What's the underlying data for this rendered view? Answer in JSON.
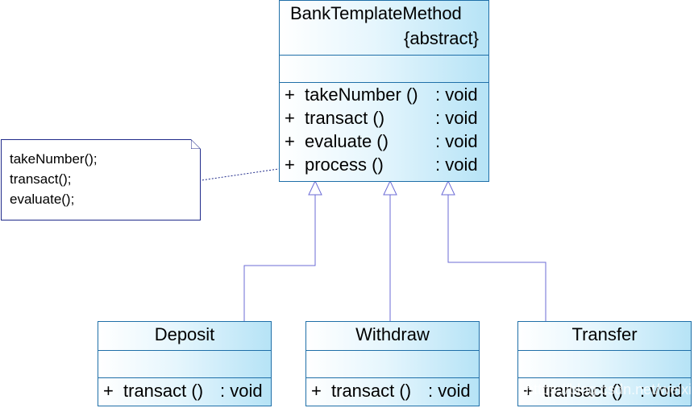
{
  "base_class": {
    "name": "BankTemplateMethod",
    "stereotype": "{abstract}",
    "methods": [
      {
        "vis": "+",
        "name": "takeNumber ()",
        "ret": ": void"
      },
      {
        "vis": "+",
        "name": "transact ()",
        "ret": ": void"
      },
      {
        "vis": "+",
        "name": "evaluate ()",
        "ret": ": void"
      },
      {
        "vis": "+",
        "name": "process ()",
        "ret": ": void"
      }
    ]
  },
  "note": {
    "lines": [
      "takeNumber();",
      "transact();",
      "evaluate();"
    ]
  },
  "subclasses": [
    {
      "name": "Deposit",
      "method": {
        "vis": "+",
        "name": "transact ()",
        "ret": ": void"
      }
    },
    {
      "name": "Withdraw",
      "method": {
        "vis": "+",
        "name": "transact ()",
        "ret": ": void"
      }
    },
    {
      "name": "Transfer",
      "method": {
        "vis": "+",
        "name": "transact ()",
        "ret": ": void"
      }
    }
  ],
  "watermark": "https://blog.csdn.net/weixin",
  "colors": {
    "border": "#1f6fa8",
    "connector": "#6b6bd6",
    "note_border": "#1f2a8a"
  }
}
